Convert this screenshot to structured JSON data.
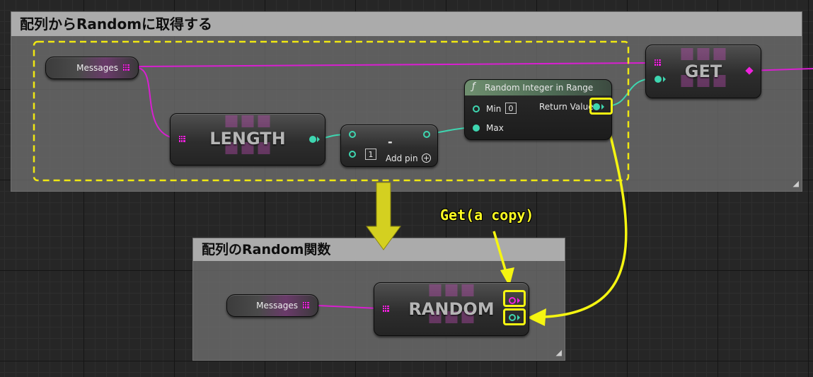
{
  "comments": {
    "top_title": "配列からRandomに取得する",
    "bottom_title": "配列のRandom関数"
  },
  "nodes": {
    "messages_var_label": "Messages",
    "length_title": "LENGTH",
    "subtract_title": "-",
    "subtract_default_value": "1",
    "add_pin_label": "Add pin",
    "random_integer_title": "Random Integer in Range",
    "min_label": "Min",
    "min_value": "0",
    "max_label": "Max",
    "return_value_label": "Return Value",
    "get_title": "GET",
    "random_title": "RANDOM"
  },
  "annotation": {
    "get_copy_label": "Get(a copy)"
  },
  "icons": {
    "function_icon": "ƒ",
    "add_pin_icon": "plus-circle-icon",
    "resize_icon": "resize-grip-icon"
  },
  "colors": {
    "array_pin": "#ee22dd",
    "integer_pin": "#3ed6b0",
    "function_header": "#5c7a5c",
    "annotation": "#ffff22"
  }
}
